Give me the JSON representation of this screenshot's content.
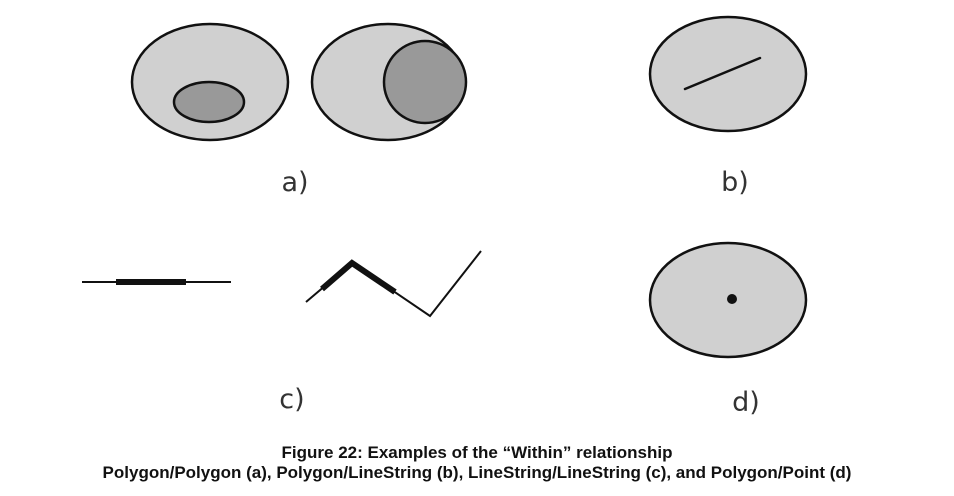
{
  "figure": {
    "title": "Figure 22: Examples of the “Within” relationship",
    "subtitle": "Polygon/Polygon (a), Polygon/LineString (b), LineString/LineString (c), and Polygon/Point (d)"
  },
  "panels": {
    "a": {
      "label": "a)"
    },
    "b": {
      "label": "b)"
    },
    "c": {
      "label": "c)"
    },
    "d": {
      "label": "d)"
    }
  },
  "colors": {
    "outer_fill": "#d0d0d0",
    "inner_fill": "#999999",
    "stroke": "#111111",
    "background": "#ffffff"
  }
}
